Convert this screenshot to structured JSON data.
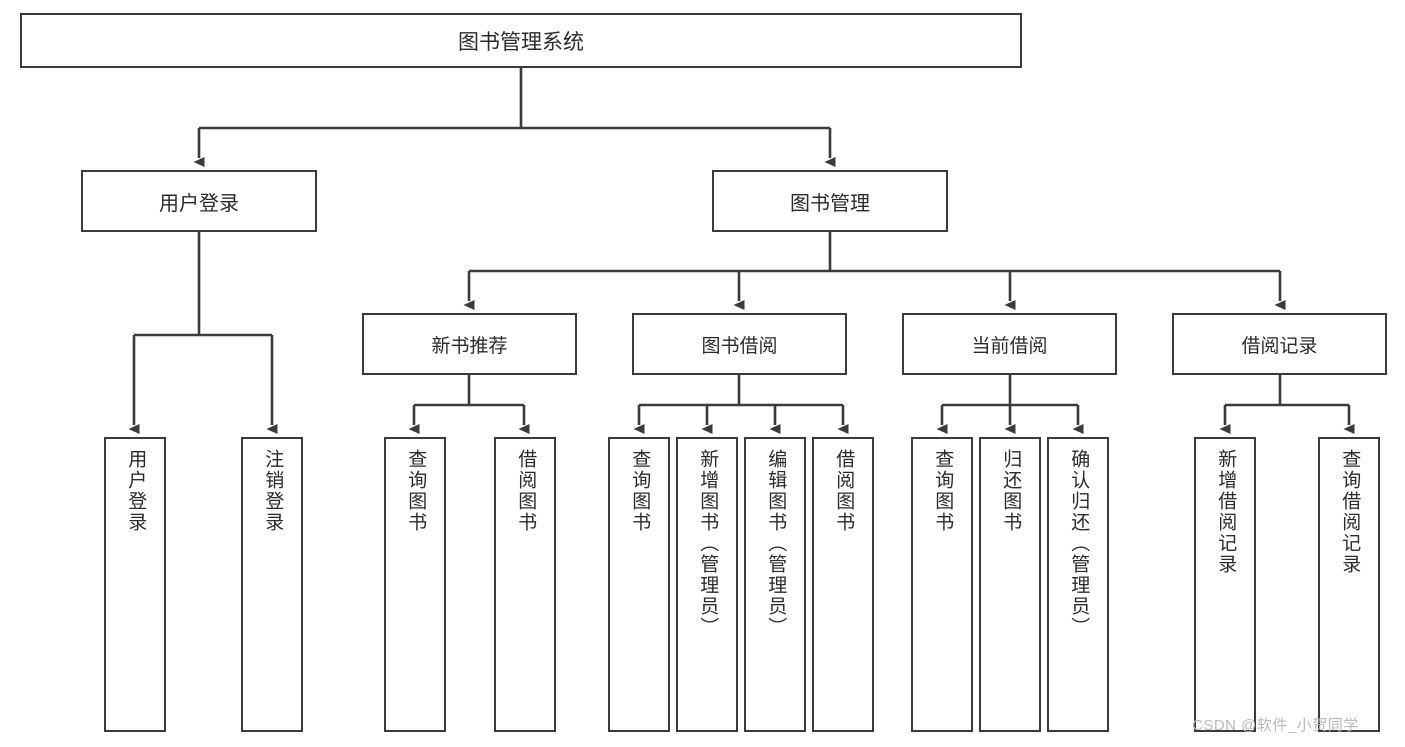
{
  "diagram": {
    "title": "图书管理系统",
    "type": "hierarchy-tree",
    "orientation": "top-down",
    "colors": {
      "background": "#ffffff",
      "border": "#3b3b3b",
      "text": "#2b2b2b",
      "watermark": "#b9b9b9"
    },
    "root": {
      "label": "图书管理系统"
    },
    "level2": [
      {
        "label": "用户登录"
      },
      {
        "label": "图书管理"
      }
    ],
    "level3": [
      {
        "label": "新书推荐"
      },
      {
        "label": "图书借阅"
      },
      {
        "label": "当前借阅"
      },
      {
        "label": "借阅记录"
      }
    ],
    "leaves": {
      "user_login": [
        {
          "label": "用户登录"
        },
        {
          "label": "注销登录"
        }
      ],
      "new_book_recommend": [
        {
          "label": "查询图书"
        },
        {
          "label": "借阅图书"
        }
      ],
      "book_borrow": [
        {
          "label": "查询图书"
        },
        {
          "label": "新增图书（管理员）"
        },
        {
          "label": "编辑图书（管理员）"
        },
        {
          "label": "借阅图书"
        }
      ],
      "current_borrow": [
        {
          "label": "查询图书"
        },
        {
          "label": "归还图书"
        },
        {
          "label": "确认归还（管理员）"
        }
      ],
      "borrow_record": [
        {
          "label": "新增借阅记录"
        },
        {
          "label": "查询借阅记录"
        }
      ]
    }
  },
  "watermark": {
    "text": "CSDN @软件_小贺同学"
  }
}
